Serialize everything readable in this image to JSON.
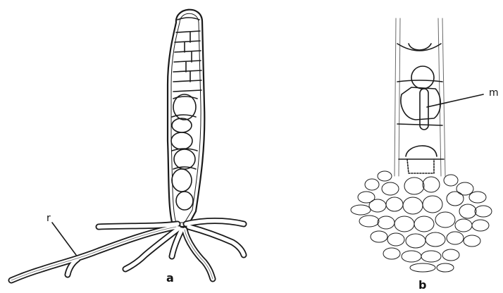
{
  "figure": {
    "panel_a": {
      "label": "a",
      "callout": "r"
    },
    "panel_b": {
      "label": "b",
      "callout": "m"
    }
  },
  "colors": {
    "ink": "#1a1a1a",
    "paper": "#ffffff",
    "faint_ink": "#6a6a6a"
  }
}
